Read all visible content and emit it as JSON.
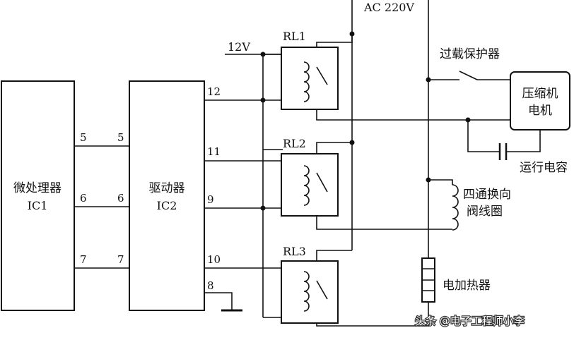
{
  "labels": {
    "microprocessor_line1": "微处理器",
    "microprocessor_line2": "IC1",
    "driver_line1": "驱动器",
    "driver_line2": "IC2",
    "ac_supply": "AC 220V",
    "dc_supply": "12V",
    "relay1": "RL1",
    "relay2": "RL2",
    "relay3": "RL3",
    "overload_protector": "过载保护器",
    "compressor_line1": "压缩机",
    "compressor_line2": "电机",
    "run_capacitor": "运行电容",
    "valve_line1": "四通换向",
    "valve_line2": "阀线圈",
    "heater": "电加热器",
    "watermark": "头条 @电子工程师小李"
  },
  "pins": {
    "ic1_out_1": "5",
    "ic1_out_2": "6",
    "ic1_out_3": "7",
    "ic2_in_1": "5",
    "ic2_in_2": "6",
    "ic2_in_3": "7",
    "ic2_out_12": "12",
    "ic2_out_11": "11",
    "ic2_out_9": "9",
    "ic2_out_10": "10",
    "ic2_gnd_8": "8"
  }
}
